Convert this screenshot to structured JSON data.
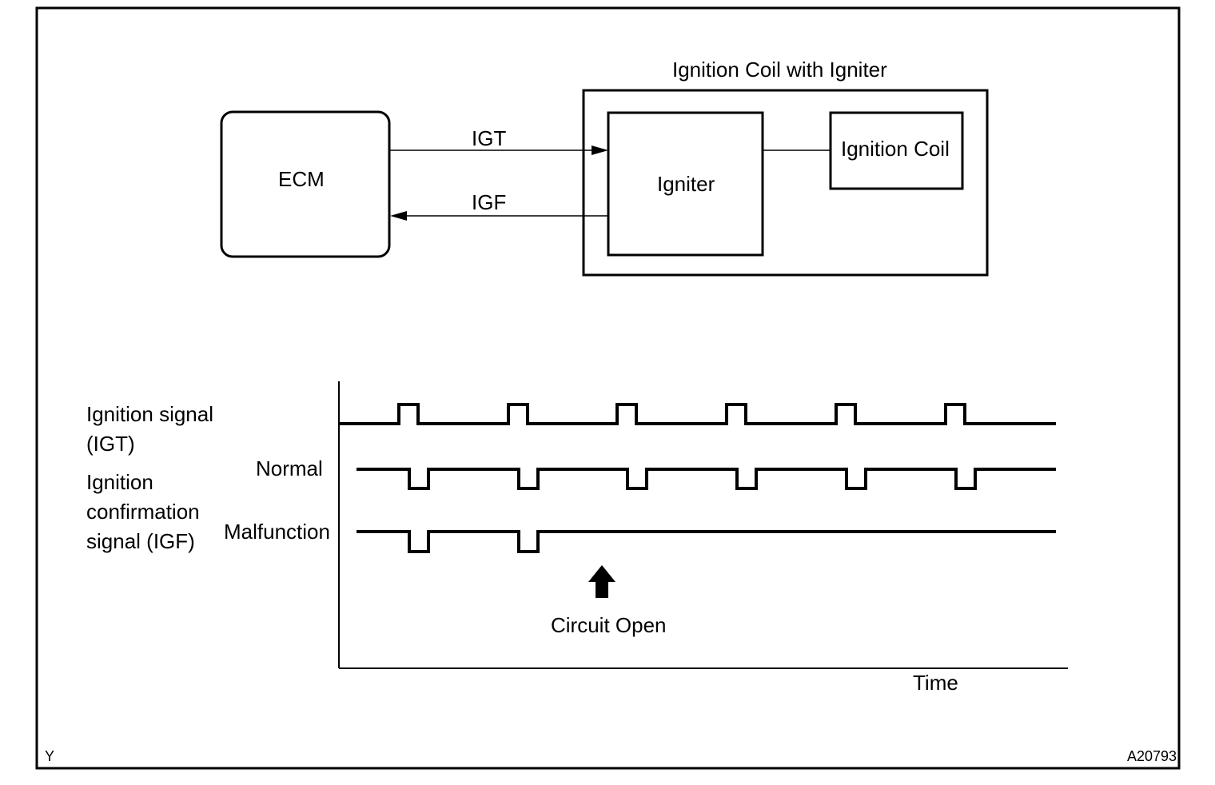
{
  "block_diagram": {
    "ecm_label": "ECM",
    "assembly_title": "Ignition Coil with Igniter",
    "igniter_label": "Igniter",
    "coil_label": "Ignition Coil",
    "igt_label": "IGT",
    "igf_label": "IGF"
  },
  "timing": {
    "igt_label_line1": "Ignition signal",
    "igt_label_line2": "(IGT)",
    "igf_label_line1": "Ignition",
    "igf_label_line2": "confirmation",
    "igf_label_line3": "signal (IGF)",
    "normal_label": "Normal",
    "malfunction_label": "Malfunction",
    "annotation": "Circuit Open",
    "x_axis_label": "Time",
    "igt_pulses": 6,
    "igf_normal_pulses": 6,
    "igf_malfunction_pulses": 2
  },
  "footer": {
    "corner_mark": "Y",
    "figure_id": "A20793"
  }
}
